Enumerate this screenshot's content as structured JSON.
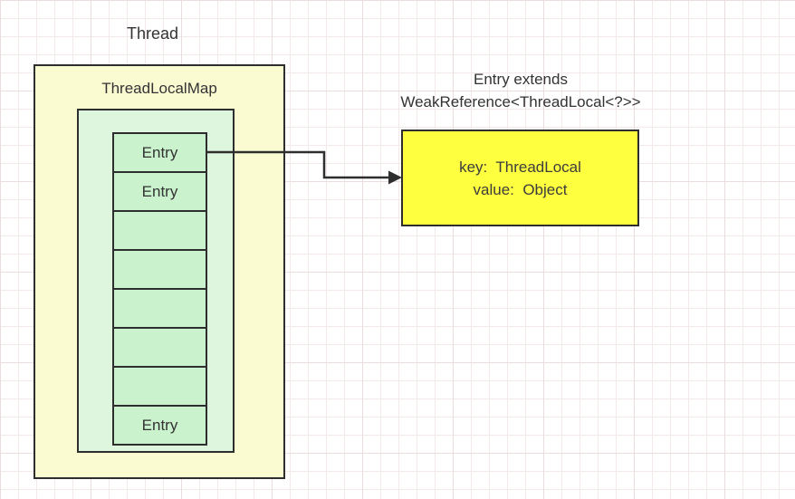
{
  "thread": {
    "label": "Thread"
  },
  "threadlocalmap": {
    "label": "ThreadLocalMap"
  },
  "entries": [
    {
      "label": "Entry"
    },
    {
      "label": "Entry"
    },
    {
      "label": ""
    },
    {
      "label": ""
    },
    {
      "label": ""
    },
    {
      "label": ""
    },
    {
      "label": ""
    },
    {
      "label": "Entry"
    }
  ],
  "annotation": {
    "line1": "Entry extends",
    "line2": "WeakReference<ThreadLocal<?>>"
  },
  "entry_detail": {
    "key_line": "key:  ThreadLocal",
    "value_line": "value:  Object"
  },
  "colors": {
    "outer_box_fill": "#fbfbd2",
    "inner_box_fill": "#def5de",
    "entry_cell_fill": "#c9f2cd",
    "entry_detail_fill": "#feff3e",
    "shape_border": "#2e2e2e",
    "grid_line": "#f2e9e9",
    "text": "#333333"
  }
}
